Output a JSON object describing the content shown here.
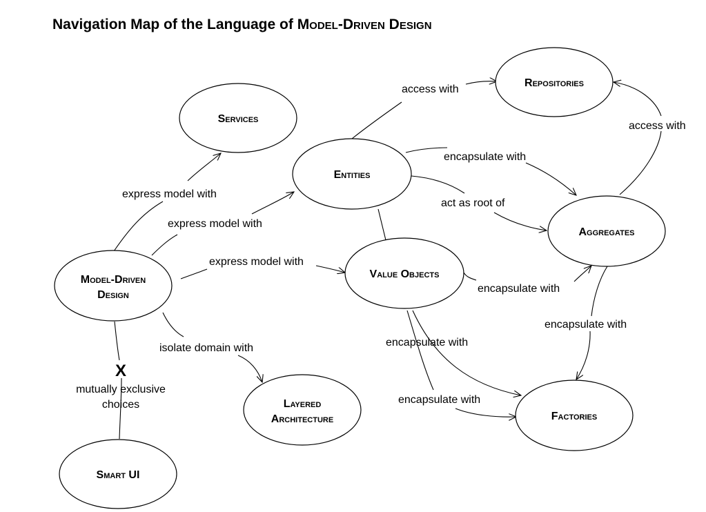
{
  "title": {
    "prefix": "Navigation Map of the Language of ",
    "emphasis": "Model-Driven Design"
  },
  "nodes": {
    "services": [
      "Services"
    ],
    "entities": [
      "Entities"
    ],
    "repositories": [
      "Repositories"
    ],
    "aggregates": [
      "Aggregates"
    ],
    "value_objects": [
      "Value Objects"
    ],
    "model_driven_design": [
      "Model-Driven",
      "Design"
    ],
    "layered_architecture": [
      "Layered",
      "Architecture"
    ],
    "factories": [
      "Factories"
    ],
    "smart_ui": [
      "Smart UI"
    ]
  },
  "edge_labels": {
    "mdd_services": "express model with",
    "mdd_entities": "express model with",
    "mdd_value_objects": "express model with",
    "mdd_layered": "isolate domain with",
    "entities_repositories": "access with",
    "aggregates_repositories": "access with",
    "entities_aggregates_encapsulate": "encapsulate with",
    "entities_aggregates_root": "act as root of",
    "value_objects_aggregates": "encapsulate with",
    "aggregates_factories": "encapsulate with",
    "value_objects_factories_1": "encapsulate with",
    "value_objects_factories_2": "encapsulate with"
  },
  "exclusive_marker": {
    "symbol": "X",
    "label_line1": "mutually exclusive",
    "label_line2": "choices"
  }
}
